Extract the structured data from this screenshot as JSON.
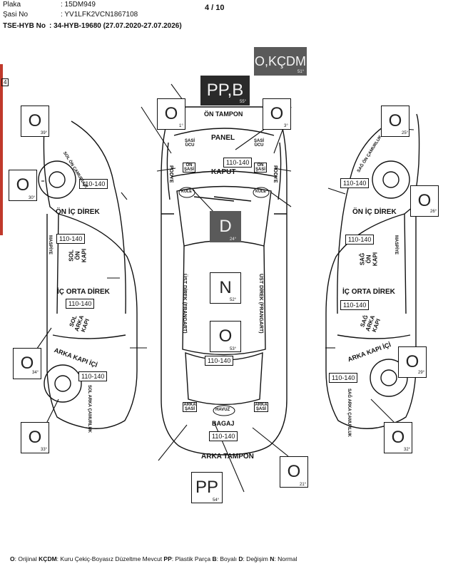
{
  "header": {
    "plate_label": "Plaka",
    "plate_value": ": 15DM949",
    "chassis_label": "Şasi No",
    "chassis_value": ": YV1LFK2VCN1867108",
    "tse_label": "TSE-HYB No",
    "tse_value": ": 34-HYB-19680 (27.07.2020-27.07.2026)",
    "page": "4 / 10",
    "page_mark": "4"
  },
  "codes": {
    "front_bumper": "PP,B",
    "hood": "O,KÇDM",
    "front_left_panel": "O",
    "front_right_panel": "O",
    "roof": "D",
    "roof_rear": "N",
    "trunk_lid": "O",
    "rear_bumper": "PP",
    "rear_right": "O",
    "left_front_fender": "O",
    "left_front_lower": "O",
    "left_rear": "O",
    "left_rear_fender": "O",
    "right_front_fender": "O",
    "right_front_lower": "O",
    "right_rear": "O",
    "right_rear_fender": "O"
  },
  "degrees": {
    "front_bumper": "55°",
    "hood": "51°",
    "front_left_panel": "1°",
    "front_right_panel": "3°",
    "roof": "24°",
    "roof_rear": "52°",
    "trunk_lid": "53°",
    "rear_bumper": "54°",
    "rear_right": "21°",
    "left_front_fender": "39°",
    "left_front_lower": "30°",
    "left_rear": "34°",
    "left_rear_fender": "33°",
    "right_front_fender": "25°",
    "right_front_lower": "26°",
    "right_rear": "29°",
    "right_rear_fender": "32°"
  },
  "ranges": {
    "hood": "110-140",
    "trunk_top": "110-140",
    "trunk": "110-140",
    "left_fender": "110-140",
    "left_front_door": "110-140",
    "left_rear_door": "110-140",
    "left_rear_fender": "110-140",
    "right_fender": "110-140",
    "right_front_door": "110-140",
    "right_rear_door": "110-140",
    "right_rear_fender": "110-140"
  },
  "parts": {
    "on_tampon": "ÖN TAMPON",
    "panel": "PANEL",
    "kaput": "KAPUT",
    "sasi_ucu_l": "ŞASİ UCU",
    "sasi_ucu_r": "ŞASİ UCU",
    "on_sasi_l": "ÖN ŞASİ",
    "on_sasi_r": "ÖN ŞASİ",
    "podye_l": "PODYE",
    "podye_r": "PODYE",
    "kule_l": "KULE",
    "kule_r": "KULE",
    "ust_direk_l": "ÜST DİREK (FRANGART)",
    "ust_direk_r": "ÜST DİREK (FRANGART)",
    "arka_sasi_l": "ARKA ŞASİ",
    "arka_sasi_r": "ARKA ŞASİ",
    "havuz": "HAVUZ",
    "bagaj": "BAGAJ",
    "arka_tampon": "ARKA TAMPON",
    "sol_on_camurluk": "SOL ÖN ÇAMURLUK",
    "on_ic_direk_l": "ÖN İÇ DİREK",
    "maspiye_l": "MASPİYE",
    "sol_on_kapi": "SOL ÖN KAPI",
    "ic_orta_direk_l": "İÇ ORTA DİREK",
    "sol_arka_kapi": "SOL ARKA KAPI",
    "arka_kapi_ici_l": "ARKA KAPI İÇİ",
    "sol_arka_camurluk": "SOL ARKA ÇAMURLUK",
    "sag_on_camurluk": "SAĞ ÖN ÇAMURLUK",
    "on_ic_direk_r": "ÖN İÇ DİREK",
    "maspiye_r": "MASPİYE",
    "sag_on_kapi": "SAĞ ÖN KAPI",
    "ic_orta_direk_r": "İÇ ORTA DİREK",
    "sag_arka_kapi": "SAĞ ARKA KAPI",
    "arka_kapi_ici_r": "ARKA KAPI İÇİ",
    "sag_arka_camurluk": "SAĞ ARKA ÇAMURLUK"
  },
  "legend": {
    "o_key": "O",
    "o_text": ": Orijinal ",
    "kcdm_key": "KÇDM",
    "kcdm_text": ": Kuru Çekiç-Boyasız Düzeltme Mevcut ",
    "pp_key": "PP",
    "pp_text": ": Plastik Parça ",
    "b_key": "B",
    "b_text": ": Boyalı ",
    "d_key": "D",
    "d_text": ": Değişim ",
    "n_key": "N",
    "n_text": ": Normal"
  },
  "colors": {
    "ink": "#111111",
    "dark_code": "#2a2a2a",
    "mid_code": "#5a5a5a",
    "margin_tab": "#c0392b"
  }
}
